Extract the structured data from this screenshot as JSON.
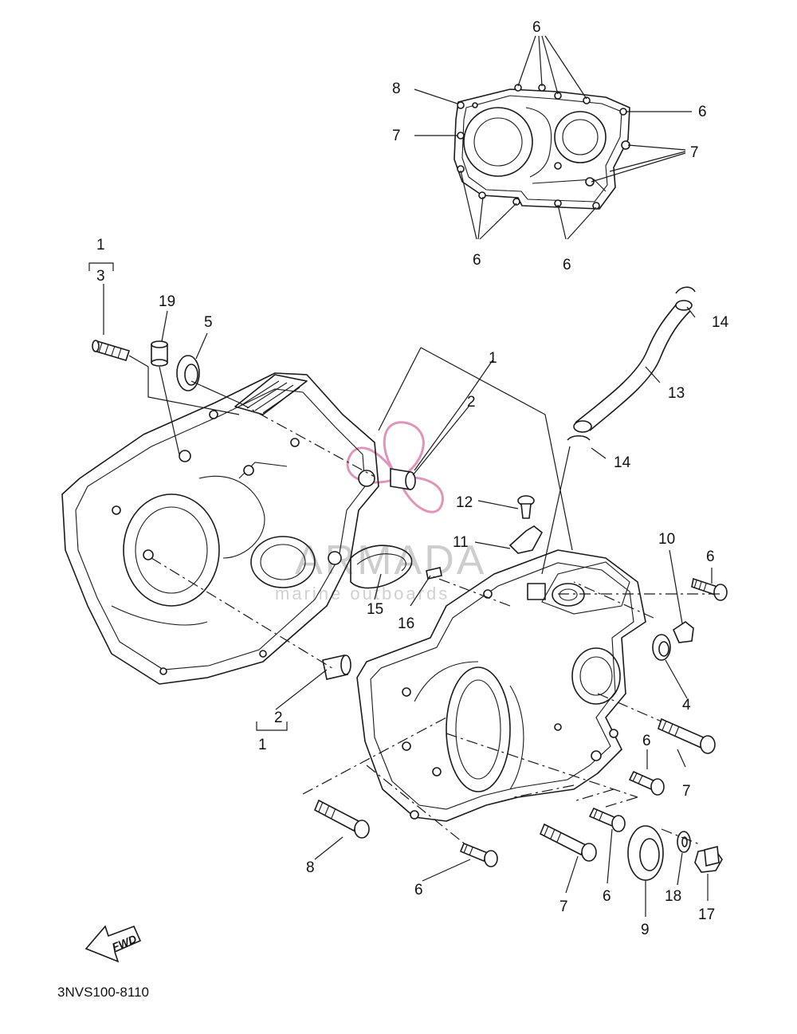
{
  "diagram": {
    "drawing_code": "3NVS100-8110",
    "fwd_label": "FWD",
    "watermark": {
      "brand": "ARMADA",
      "tagline": "marine outboards"
    },
    "callouts": {
      "c1a": "1",
      "c3": "3",
      "c19": "19",
      "c5": "5",
      "c1b": "1",
      "c2b": "2",
      "c13": "13",
      "c14a": "14",
      "c14b": "14",
      "c12": "12",
      "c11": "11",
      "c10": "10",
      "c6a": "6",
      "c15": "15",
      "c16": "16",
      "c4": "4",
      "c2c": "2",
      "c1c": "1",
      "c6b": "6",
      "c7a": "7",
      "c8": "8",
      "c6c": "6",
      "c7b": "7",
      "c6d": "6",
      "c9": "9",
      "c18": "18",
      "c17": "17",
      "g6t": "6",
      "g8": "8",
      "g7l": "7",
      "g6r": "6",
      "g7r": "7",
      "g6bl": "6",
      "g6br": "6"
    }
  }
}
